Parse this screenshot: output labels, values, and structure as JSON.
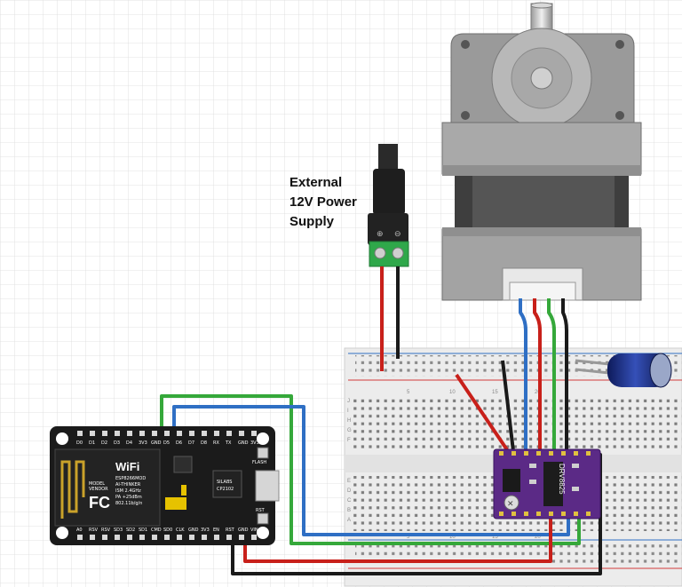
{
  "label": {
    "line1": "External",
    "line2": "12V Power",
    "line3": "Supply"
  },
  "nodemcu": {
    "wifi": "WiFi",
    "module_text": [
      "ESP8266MOD",
      "AI-THINKER",
      "ISM 2.4GHz",
      "PA +25dBm",
      "802.11b/g/n"
    ],
    "model": "MODEL",
    "vendor": "VENDOR",
    "silabs": "SILABS",
    "chip": "CP2102",
    "flash": "FLASH",
    "rst": "RST",
    "top_pins": [
      "D0",
      "D1",
      "D2",
      "D3",
      "D4",
      "3V3",
      "GND",
      "D5",
      "D6",
      "D7",
      "D8",
      "RX",
      "TX",
      "GND",
      "3V3"
    ],
    "bottom_pins": [
      "A0",
      "RSV",
      "RSV",
      "SD3",
      "SD2",
      "SD1",
      "CMD",
      "SD0",
      "CLK",
      "GND",
      "3V3",
      "EN",
      "RST",
      "GND",
      "VIN"
    ]
  },
  "driver": {
    "name": "DRV8825"
  },
  "breadboard": {
    "col_labels": [
      "5",
      "10",
      "15",
      "20"
    ],
    "row_labels": [
      "J",
      "I",
      "H",
      "G",
      "F",
      "E",
      "D",
      "C",
      "B",
      "A"
    ]
  },
  "colors": {
    "red": "#c8201a",
    "black": "#1a1a1a",
    "blue": "#2f6fc4",
    "green": "#35a83a",
    "driver": "#5b2a86",
    "nodemcu": "#1b1b1b",
    "motor": "#8e8e8e"
  }
}
